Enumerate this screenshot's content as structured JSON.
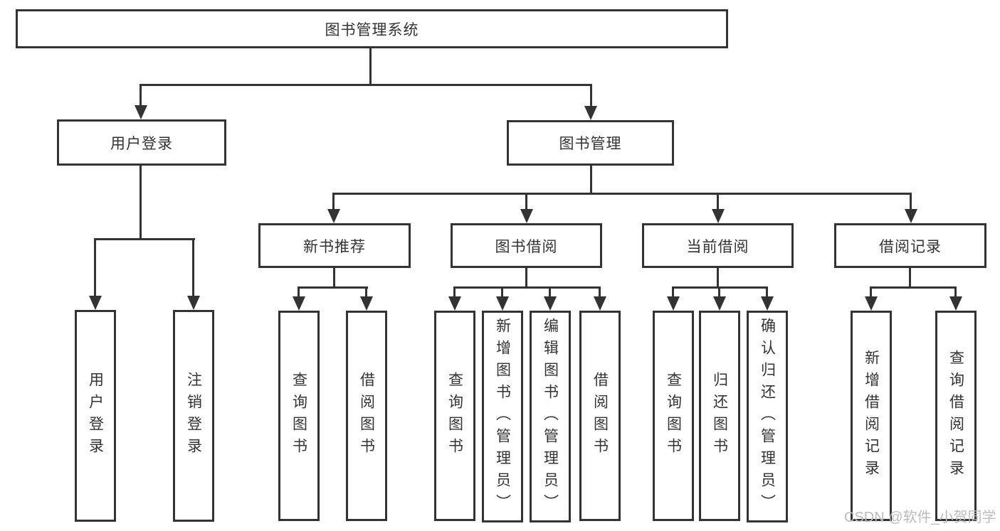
{
  "diagram": {
    "title": "图书管理系统",
    "root": {
      "label": "图书管理系统"
    },
    "level2": [
      {
        "label": "用户登录"
      },
      {
        "label": "图书管理"
      }
    ],
    "level3": [
      {
        "label": "新书推荐"
      },
      {
        "label": "图书借阅"
      },
      {
        "label": "当前借阅"
      },
      {
        "label": "借阅记录"
      }
    ],
    "leaves": {
      "user_login": [
        "用户登录",
        "注销登录"
      ],
      "new_books": [
        "查询图书",
        "借阅图书"
      ],
      "book_borrow": [
        "查询图书",
        "新增图书（管理员）",
        "编辑图书（管理员）",
        "借阅图书"
      ],
      "current_borrow": [
        "查询图书",
        "归还图书",
        "确认归还（管理员）"
      ],
      "borrow_records": [
        "新增借阅记录",
        "查询借阅记录"
      ]
    }
  },
  "watermark": "CSDN @软件_小贺同学",
  "colors": {
    "line": "#333333",
    "box_border": "#333333",
    "text": "#333333",
    "watermark": "#bcbcbc",
    "background": "#ffffff"
  }
}
